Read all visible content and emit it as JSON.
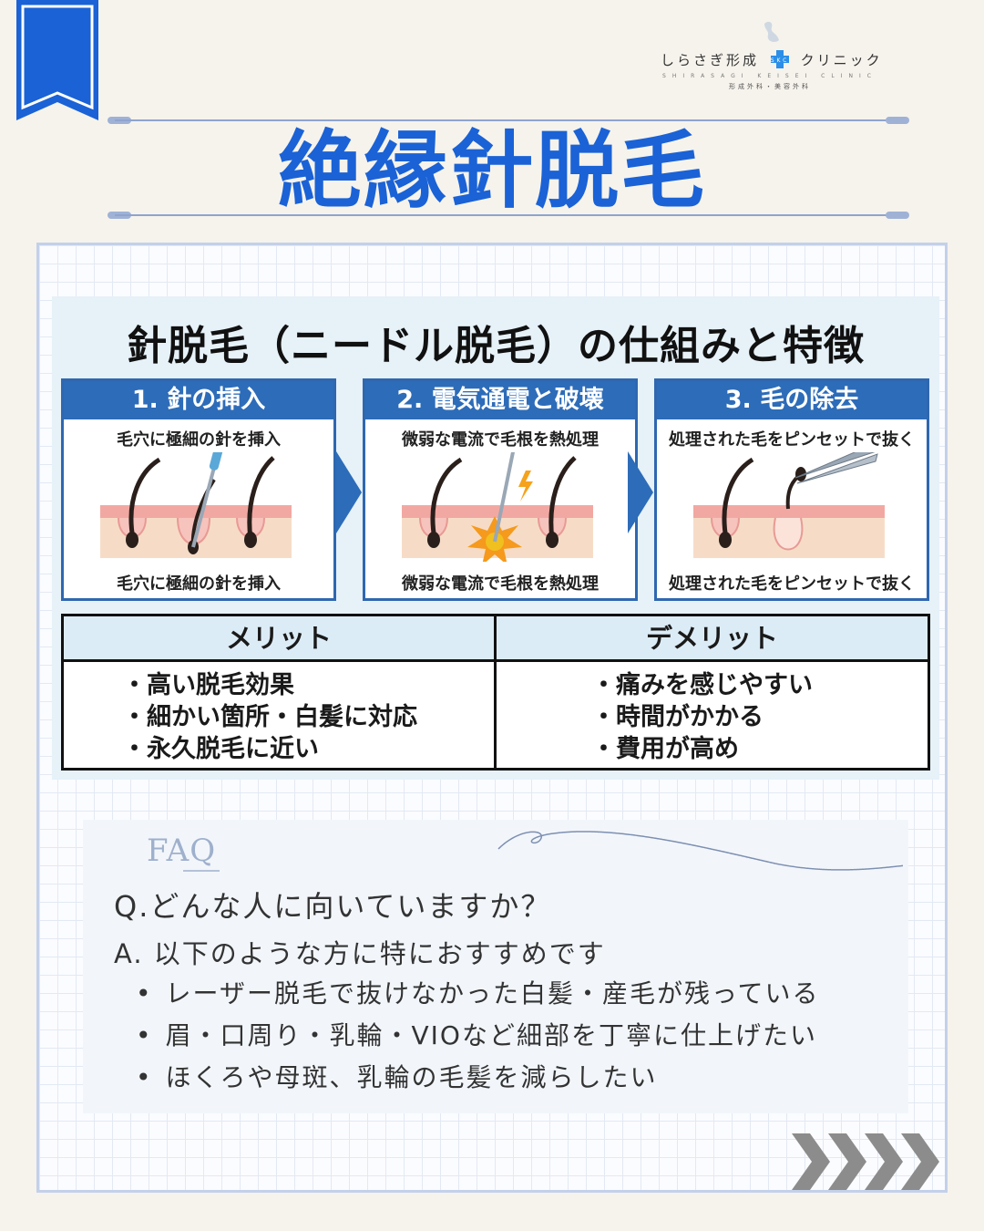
{
  "brand": {
    "main": "しらさぎ形成",
    "mark": "SKC",
    "main2": "クリニック",
    "romaji": "SHIRASAGI KEISEI CLINIC",
    "departments": "形成外科・美容外科",
    "accent_color": "#1a62d6"
  },
  "title": "絶縁針脱毛",
  "info": {
    "title": "針脱毛（ニードル脱毛）の仕組みと特徴",
    "steps": [
      {
        "head": "1. 針の挿入",
        "caption_top": "毛穴に極細の針を挿入",
        "caption_bottom": "毛穴に極細の針を挿入"
      },
      {
        "head": "2. 電気通電と破壊",
        "caption_top": "微弱な電流で毛根を熱処理",
        "caption_bottom": "微弱な電流で毛根を熱処理"
      },
      {
        "head": "3. 毛の除去",
        "caption_top": "処理された毛をピンセットで抜く",
        "caption_bottom": "処理された毛をピンセットで抜く"
      }
    ],
    "merit": {
      "head": "メリット",
      "items": [
        "・高い脱毛効果",
        "・細かい箇所・白髪に対応",
        "・永久脱毛に近い"
      ]
    },
    "demerit": {
      "head": "デメリット",
      "items": [
        "・痛みを感じやすい",
        "・時間がかかる",
        "・費用が高め"
      ]
    }
  },
  "faq": {
    "label": "FAQ",
    "question": "Q.どんな人に向いていますか？",
    "answer": "A. 以下のような方に特におすすめです",
    "items": [
      "レーザー脱毛で抜けなかった白髪・産毛が残っている",
      "眉・口周り・乳輪・VIOなど細部を丁寧に仕上げたい",
      "ほくろや母斑、乳輪の毛髪を減らしたい"
    ]
  },
  "icons": {
    "ribbon": "bookmark-ribbon-icon",
    "next": "chevrons-right-icon"
  }
}
